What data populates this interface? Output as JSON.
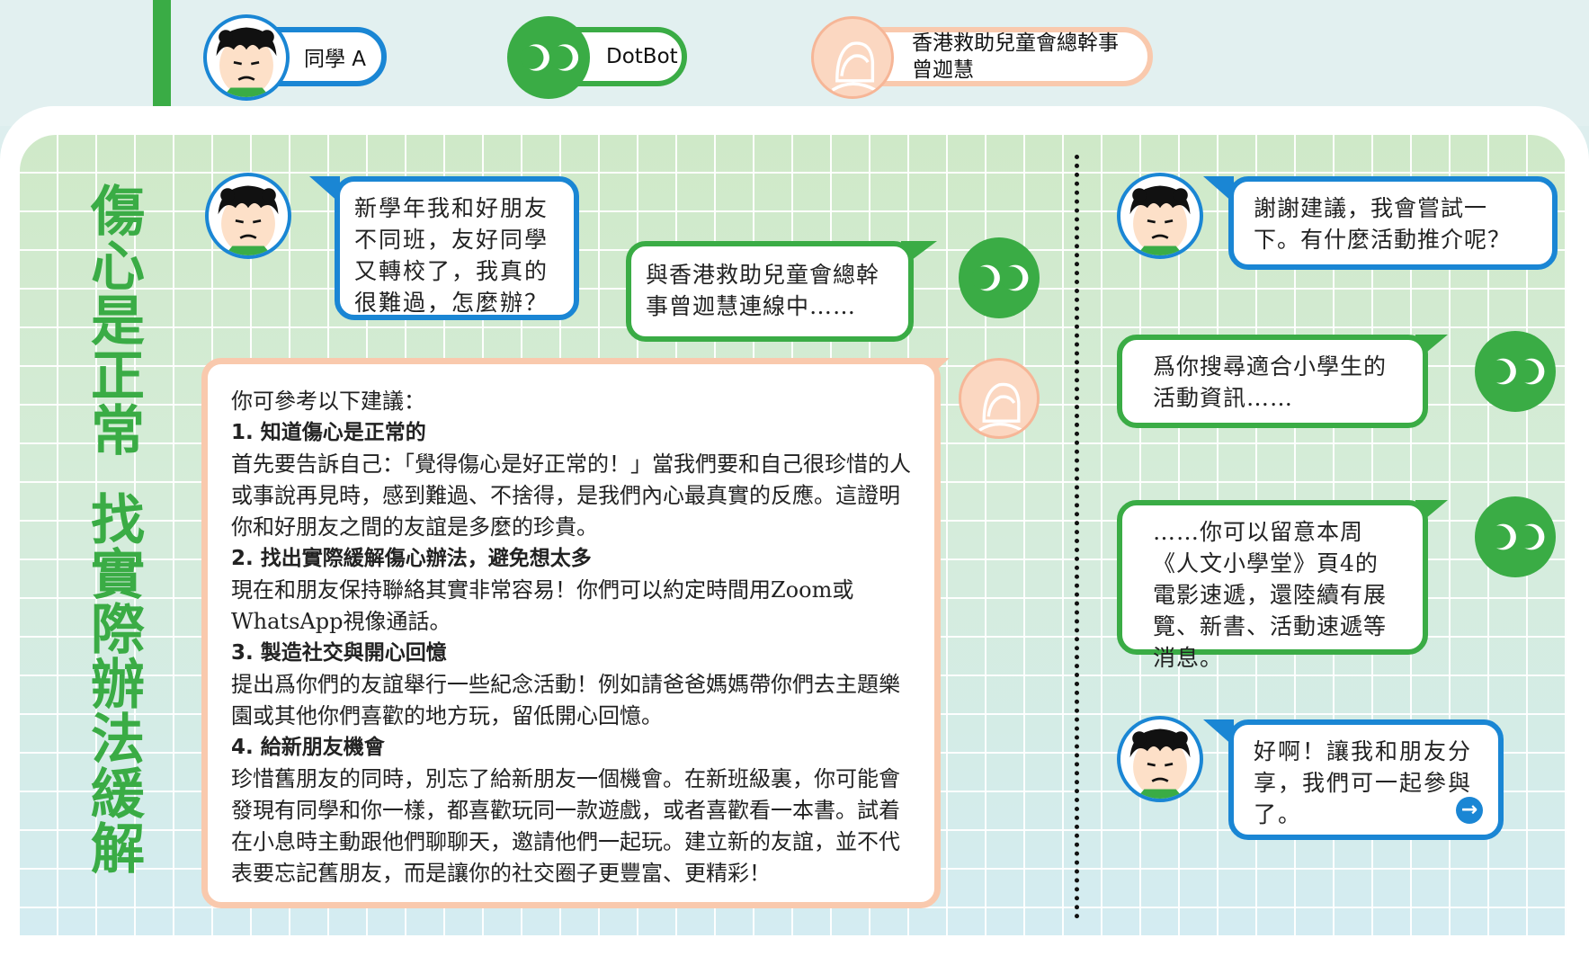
{
  "legend": {
    "student_name": "同學 A",
    "bot_name": "DotBot",
    "expert_title": "香港救助兒童會總幹事",
    "expert_name": "曾迦慧"
  },
  "title": {
    "line1": "傷心是正常",
    "line2": "找實際辦法緩解"
  },
  "chat": {
    "student_msg_1": "新學年我和好朋友不同班，友好同學又轉校了，我真的很難過，怎麼辦？",
    "bot_msg_1": "與香港救助兒童會總幹事曾迦慧連線中……",
    "expert_reply": {
      "intro": "你可參考以下建議：",
      "points": [
        {
          "heading": "1. 知道傷心是正常的",
          "body": "首先要告訴自己：「覺得傷心是好正常的！」當我們要和自己很珍惜的人或事說再見時，感到難過、不捨得，是我們內心最真實的反應。這證明你和好朋友之間的友誼是多麼的珍貴。"
        },
        {
          "heading": "2. 找出實際緩解傷心辦法，避免想太多",
          "body": "現在和朋友保持聯絡其實非常容易！你們可以約定時間用Zoom或WhatsApp視像通話。"
        },
        {
          "heading": "3. 製造社交與開心回憶",
          "body": "提出爲你們的友誼舉行一些紀念活動！例如請爸爸媽媽帶你們去主題樂園或其他你們喜歡的地方玩，留低開心回憶。"
        },
        {
          "heading": "4. 給新朋友機會",
          "body": "珍惜舊朋友的同時，別忘了給新朋友一個機會。在新班級裏，你可能會發現有同學和你一樣，都喜歡玩同一款遊戲，或者喜歡看一本書。試着在小息時主動跟他們聊聊天，邀請他們一起玩。建立新的友誼，並不代表要忘記舊朋友，而是讓你的社交圈子更豐富、更精彩！"
        }
      ]
    },
    "student_msg_2": "謝謝建議，我會嘗試一下。有什麼活動推介呢？",
    "bot_msg_2": "爲你搜尋適合小學生的活動資訊……",
    "bot_msg_3": "……你可以留意本周《人文小學堂》頁4的電影速遞，還陸續有展覽、新書、活動速遞等消息。",
    "student_msg_3": "好啊！讓我和朋友分享，我們可一起參與了。"
  },
  "colors": {
    "student_blue": "#1a86d4",
    "dotbot_green": "#3aac45",
    "expert_peach": "#f9c9ad"
  },
  "icons": [
    "student-avatar-icon",
    "dotbot-avatar-icon",
    "expert-avatar-icon",
    "next-arrow-icon"
  ]
}
